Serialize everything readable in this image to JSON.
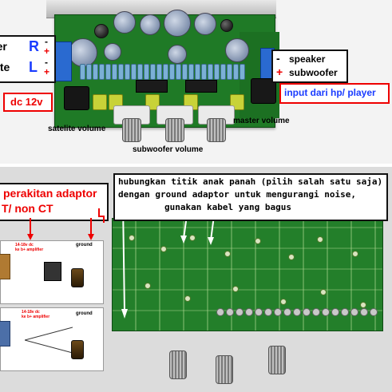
{
  "top_panel": {
    "left_channel_labels": {
      "r_letter": "R",
      "l_letter": "L",
      "r_partial": "aker",
      "l_partial": "ite",
      "minus": "-",
      "plus": "+"
    },
    "power_label": "dc 12v",
    "right_output": {
      "speaker": "speaker",
      "subwoofer": "subwoofer",
      "minus": "-",
      "plus": "+"
    },
    "input_label": "input dari hp/ player",
    "satelite_volume": "satelite volume",
    "master_volume": "master volume",
    "subwoofer_volume": "subwoofer volume"
  },
  "bottom_panel": {
    "note_line1": "hubungkan titik anak panah (pilih salah satu saja)",
    "note_line2": "dengan ground adaptor untuk mengurangi noise,",
    "note_line3": "gunakan kabel yang bagus",
    "adaptor_title_line1": "perakitan adaptor",
    "adaptor_title_line2": "T/ non CT",
    "schematic_a": {
      "left_label": "14-18v dc\nke b+ amplifier",
      "right_label": "ground"
    },
    "schematic_b": {
      "left_label": "14-18v dc\nke b+ amplifier",
      "right_label": "ground"
    }
  },
  "colors": {
    "pcb_green": "#1f7a26",
    "accent_red": "#e00000",
    "accent_blue": "#1a3cff",
    "terminal_blue": "#2a6ad0"
  }
}
